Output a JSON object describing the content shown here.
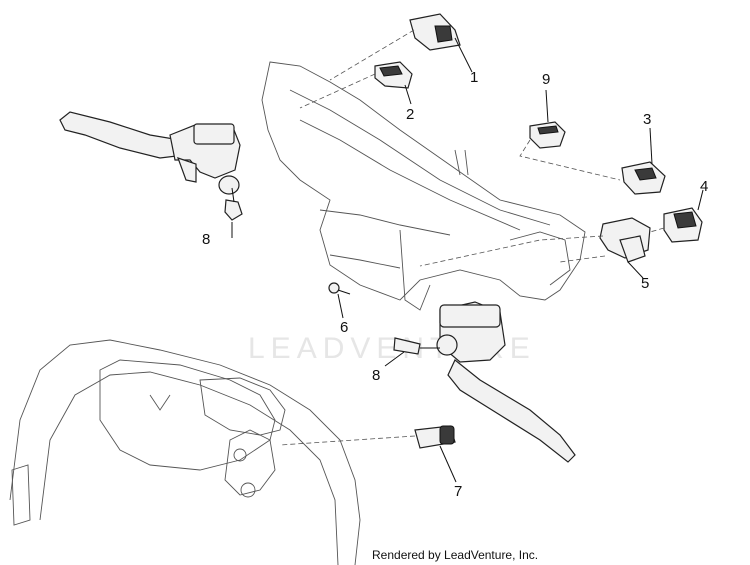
{
  "callouts": [
    {
      "id": "1",
      "label": "1"
    },
    {
      "id": "2",
      "label": "2"
    },
    {
      "id": "3",
      "label": "3"
    },
    {
      "id": "4",
      "label": "4"
    },
    {
      "id": "5",
      "label": "5"
    },
    {
      "id": "6",
      "label": "6"
    },
    {
      "id": "7",
      "label": "7"
    },
    {
      "id": "8a",
      "label": "8"
    },
    {
      "id": "8b",
      "label": "8"
    },
    {
      "id": "9",
      "label": "9"
    }
  ],
  "footer": "Rendered by LeadVenture, Inc.",
  "watermark": "LEADVENTURE"
}
